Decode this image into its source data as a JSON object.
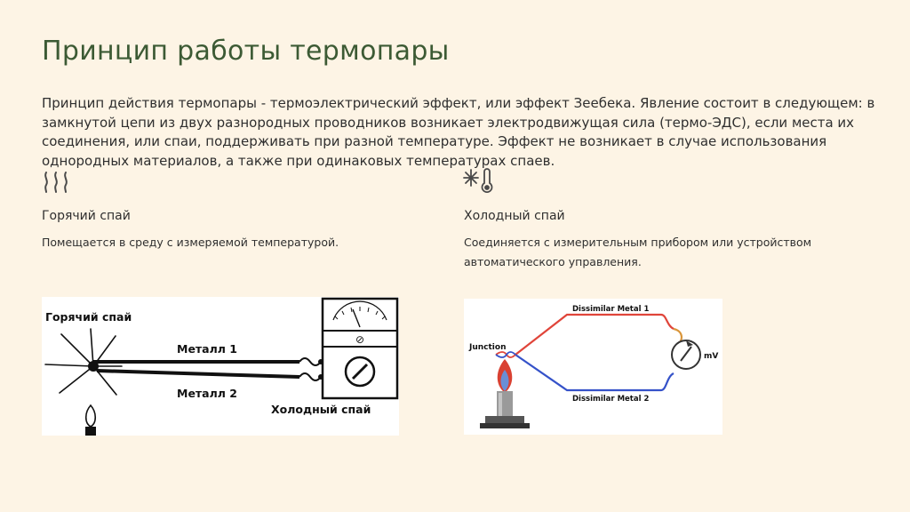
{
  "slide": {
    "title": "Принцип работы термопары",
    "intro": "Принцип действия термопары - термоэлектрический эффект, или эффект Зеебека. Явление состоит в следующем: в замкнутой цепи из двух разнородных проводников возникает электродвижущая сила (термо-ЭДС), если места их соединения, или спаи, поддерживать при разной температуре. Эффект не возникает в случае использования однородных материалов, а также при одинаковых температурах спаев."
  },
  "columns": [
    {
      "icon": "heat-waves-icon",
      "title": "Горячий спай",
      "text": "Помещается в среду с измеряемой температурой."
    },
    {
      "icon": "snowflake-thermometer-icon",
      "title": "Холодный спай",
      "text": "Соединяется с измерительным прибором или устройством автоматического управления."
    }
  ],
  "figure_left": {
    "hot_label": "Горячий спай",
    "metal1": "Металл 1",
    "metal2": "Металл 2",
    "cold_label": "Холодный спай",
    "meter_symbol": "⊘"
  },
  "figure_right": {
    "junction": "Junction",
    "metal1": "Dissimilar Metal 1",
    "metal2": "Dissimilar Metal 2",
    "meter": "mV",
    "colors": {
      "metal1": "#e0453a",
      "metal2": "#3552c9",
      "leads": "#d9953a"
    }
  }
}
